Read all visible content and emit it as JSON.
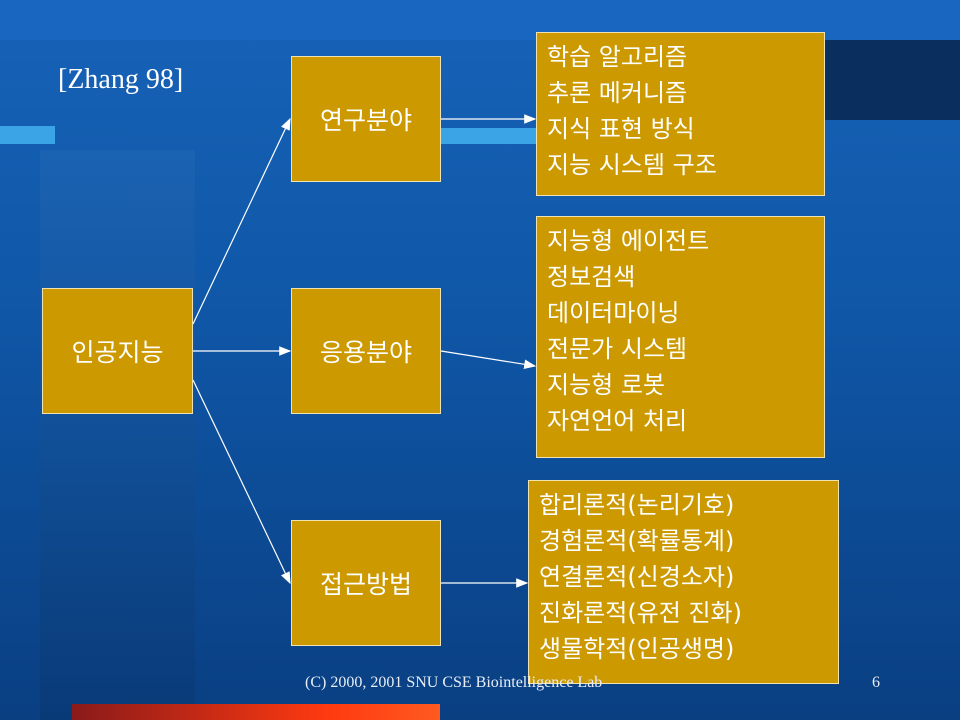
{
  "citation": "[Zhang 98]",
  "nodes": {
    "root": "인공지능",
    "research": "연구분야",
    "application": "응용분야",
    "approach": "접근방법"
  },
  "lists": {
    "research": [
      "학습 알고리즘",
      "추론 메커니즘",
      "지식 표현 방식",
      "지능 시스템 구조"
    ],
    "application": [
      "지능형 에이전트",
      "정보검색",
      "데이터마이닝",
      "전문가 시스템",
      "지능형 로봇",
      "자연언어 처리"
    ],
    "approach": [
      "합리론적(논리기호)",
      "경험론적(확률통계)",
      "연결론적(신경소자)",
      "진화론적(유전 진화)",
      "생물학적(인공생명)"
    ]
  },
  "footer": "(C) 2000, 2001 SNU CSE Biointelligence Lab",
  "page_number": "6",
  "colors": {
    "box": "#cc9900",
    "background": "#1060b0",
    "text": "#ffffff"
  }
}
